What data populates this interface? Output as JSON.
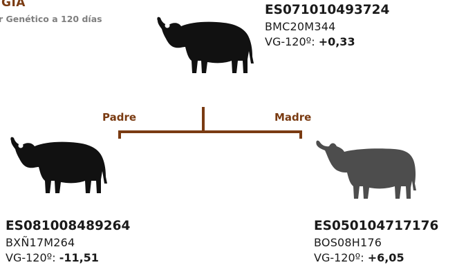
{
  "header": {
    "title": "GIA",
    "subtitle": "r Genético a 120 días"
  },
  "tree": {
    "father_label": "Padre",
    "mother_label": "Madre",
    "line_color": "#7a3b12"
  },
  "animals": {
    "main": {
      "code": "ES071010493724",
      "register": "BMC20M344",
      "vg_label": "VG-120º:",
      "vg_value": "+0,33",
      "silhouette": "bull-silhouette-icon",
      "color": "#111111"
    },
    "father": {
      "code": "ES081008489264",
      "register": "BXÑ17M264",
      "vg_label": "VG-120º:",
      "vg_value": "-11,51",
      "silhouette": "bull-silhouette-icon",
      "color": "#111111"
    },
    "mother": {
      "code": "ES050104717176",
      "register": "BOS08H176",
      "vg_label": "VG-120º:",
      "vg_value": "+6,05",
      "silhouette": "cow-silhouette-icon",
      "color": "#4d4d4d"
    }
  }
}
